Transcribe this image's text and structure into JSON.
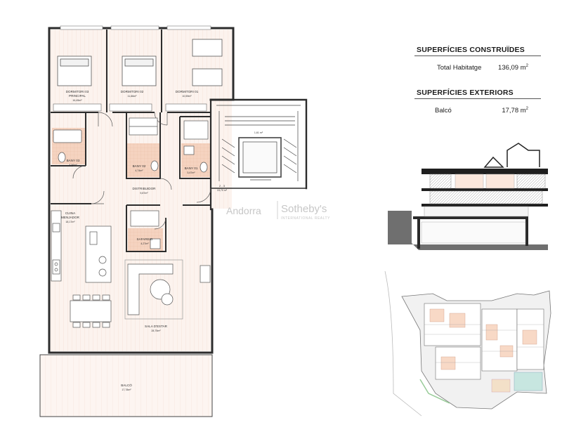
{
  "summary": {
    "built_title": "SUPERFÍCIES CONSTRUÏDES",
    "built_label": "Total Habitatge",
    "built_value": "136,09 m",
    "exterior_title": "SUPERFÍCIES EXTERIORS",
    "exterior_label": "Balcó",
    "exterior_value": "17,78 m",
    "unit_power": "2"
  },
  "watermark": {
    "brand_left": "Andorra",
    "brand_right": "Sotheby's",
    "brand_sub": "INTERNATIONAL REALTY"
  },
  "rooms": {
    "dormitori03": "DORMITORI 03",
    "dormitori03b": "PRINCIPAL",
    "dormitori03_area": "16,45m²",
    "dormitori02": "DORMITORI 02",
    "dormitori02_area": "11,66m²",
    "dormitori01": "DORMITORI 01",
    "dormitori01_area": "10,59m²",
    "bany03": "BANY 03",
    "bany03_area": "4,56m²",
    "bany02": "BANY 02",
    "bany02_area": "4,74m²",
    "bany01": "BANY 01",
    "bany01_area": "3,47m²",
    "distribuidor": "DISTRIBUIDOR",
    "distribuidor_area": "9,87m²",
    "cuina": "CUINA",
    "cuina_b": "MENJADOR",
    "cuina_area": "18,17m²",
    "safareig": "SAFAREIG",
    "safareig_area": "4,27m²",
    "sala": "SALA D'ESTAR",
    "sala_area": "28,75m²",
    "balco": "BALCÓ",
    "balco_area": "17,78m²",
    "stair_label": "1,61 m²",
    "landing": "2 - 3",
    "landing_area": "15,70 m²"
  }
}
